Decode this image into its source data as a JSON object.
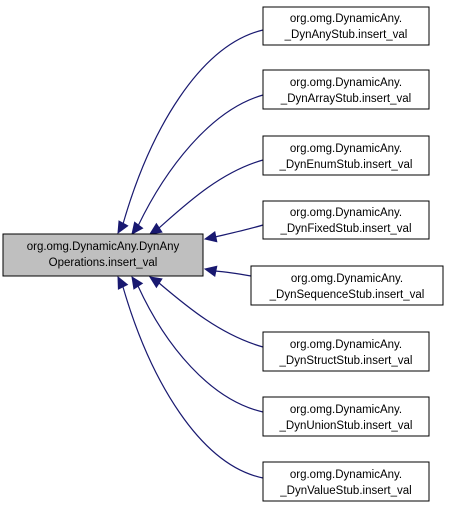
{
  "diagram": {
    "colors": {
      "edge": "#191970",
      "focus_fill": "#bfbfbf",
      "node_fill": "#ffffff",
      "border": "#000000"
    },
    "focus": {
      "line1": "org.omg.DynamicAny.DynAny",
      "line2": "Operations.insert_val"
    },
    "nodes": [
      {
        "line1": "org.omg.DynamicAny.",
        "line2": "_DynAnyStub.insert_val"
      },
      {
        "line1": "org.omg.DynamicAny.",
        "line2": "_DynArrayStub.insert_val"
      },
      {
        "line1": "org.omg.DynamicAny.",
        "line2": "_DynEnumStub.insert_val"
      },
      {
        "line1": "org.omg.DynamicAny.",
        "line2": "_DynFixedStub.insert_val"
      },
      {
        "line1": "org.omg.DynamicAny.",
        "line2": "_DynSequenceStub.insert_val"
      },
      {
        "line1": "org.omg.DynamicAny.",
        "line2": "_DynStructStub.insert_val"
      },
      {
        "line1": "org.omg.DynamicAny.",
        "line2": "_DynUnionStub.insert_val"
      },
      {
        "line1": "org.omg.DynamicAny.",
        "line2": "_DynValueStub.insert_val"
      }
    ]
  }
}
